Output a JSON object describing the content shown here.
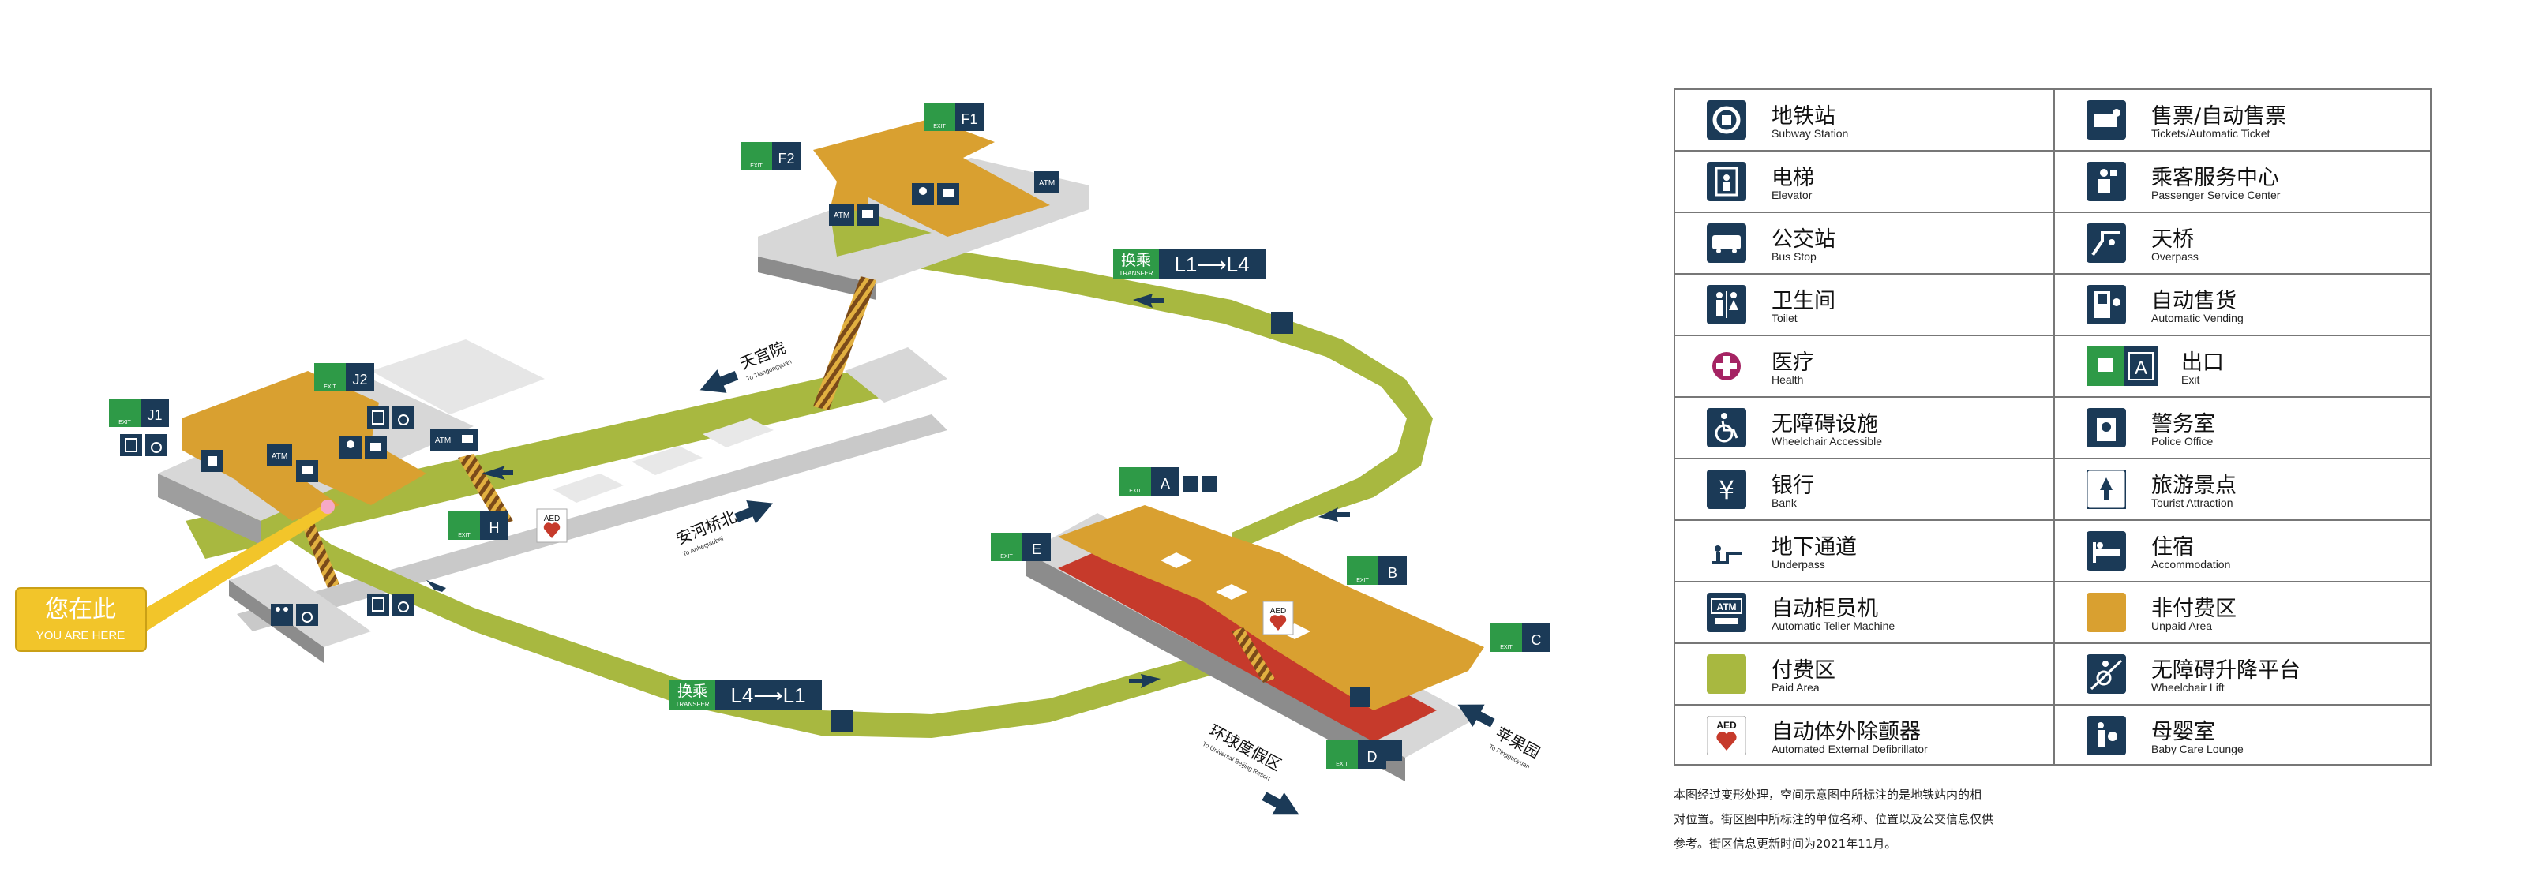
{
  "map": {
    "here_cn": "您在此",
    "here_en": "YOU ARE HERE",
    "transfer_top_cn": "换乘",
    "transfer_top_en": "TRANSFER",
    "transfer_top_route": "L1⟶L4",
    "transfer_bottom_cn": "换乘",
    "transfer_bottom_en": "TRANSFER",
    "transfer_bottom_route": "L4⟶L1",
    "dir_tiangongyuan_cn": "天宫院",
    "dir_tiangongyuan_en": "To Tiangongyuan",
    "dir_anheqiaobei_cn": "安河桥北",
    "dir_anheqiaobei_en": "To Anheqiaobei",
    "dir_huanqiu_cn": "环球度假区",
    "dir_huanqiu_en": "To Universal Beijing Resort",
    "dir_pingguoyuan_cn": "苹果园",
    "dir_pingguoyuan_en": "To Pingguoyuan",
    "exit_word": "EXIT",
    "exit_cn": "出口",
    "exits": [
      "F1",
      "F2",
      "J1",
      "J2",
      "H",
      "E",
      "A",
      "B",
      "C",
      "D"
    ],
    "atm": "ATM",
    "aed": "AED"
  },
  "legend": [
    {
      "cn": "地铁站",
      "en": "Subway Station",
      "icon": "subway-station-icon"
    },
    {
      "cn": "售票/自动售票",
      "en": "Tickets/Automatic Ticket",
      "icon": "tickets-icon"
    },
    {
      "cn": "电梯",
      "en": "Elevator",
      "icon": "elevator-icon"
    },
    {
      "cn": "乘客服务中心",
      "en": "Passenger Service Center",
      "icon": "service-center-icon"
    },
    {
      "cn": "公交站",
      "en": "Bus Stop",
      "icon": "bus-icon"
    },
    {
      "cn": "天桥",
      "en": "Overpass",
      "icon": "overpass-icon"
    },
    {
      "cn": "卫生间",
      "en": "Toilet",
      "icon": "toilet-icon"
    },
    {
      "cn": "自动售货",
      "en": "Automatic Vending",
      "icon": "vending-icon"
    },
    {
      "cn": "医疗",
      "en": "Health",
      "icon": "health-icon"
    },
    {
      "cn": "出口",
      "en": "Exit",
      "icon": "exit-icon"
    },
    {
      "cn": "无障碍设施",
      "en": "Wheelchair Accessible",
      "icon": "wheelchair-icon"
    },
    {
      "cn": "警务室",
      "en": "Police Office",
      "icon": "police-icon"
    },
    {
      "cn": "银行",
      "en": "Bank",
      "icon": "bank-icon"
    },
    {
      "cn": "旅游景点",
      "en": "Tourist Attraction",
      "icon": "tourist-icon"
    },
    {
      "cn": "地下通道",
      "en": "Underpass",
      "icon": "underpass-icon"
    },
    {
      "cn": "住宿",
      "en": "Accommodation",
      "icon": "accommodation-icon"
    },
    {
      "cn": "自动柜员机",
      "en": "Automatic Teller Machine",
      "icon": "atm-icon"
    },
    {
      "cn": "非付费区",
      "en": "Unpaid Area",
      "icon": "unpaid-area-swatch"
    },
    {
      "cn": "付费区",
      "en": "Paid Area",
      "icon": "paid-area-swatch"
    },
    {
      "cn": "无障碍升降平台",
      "en": "Wheelchair Lift",
      "icon": "wheelchair-lift-icon"
    },
    {
      "cn": "自动体外除颤器",
      "en": "Automated External Defibrillator",
      "icon": "aed-icon"
    },
    {
      "cn": "母婴室",
      "en": "Baby Care Lounge",
      "icon": "baby-care-icon"
    }
  ],
  "note": [
    "本图经过变形处理，空间示意图中所标注的是地铁站内的相",
    "对位置。街区图中所标注的单位名称、位置以及公交信息仅供",
    "参考。街区信息更新时间为2021年11月。"
  ],
  "colors": {
    "paid": "#a8b840",
    "unpaid": "#d9a030",
    "platform": "#c63a2b",
    "navy": "#1b3a57",
    "exit_green": "#2e9a47",
    "here": "#f2c52a",
    "grey": "#d7d7d7"
  }
}
